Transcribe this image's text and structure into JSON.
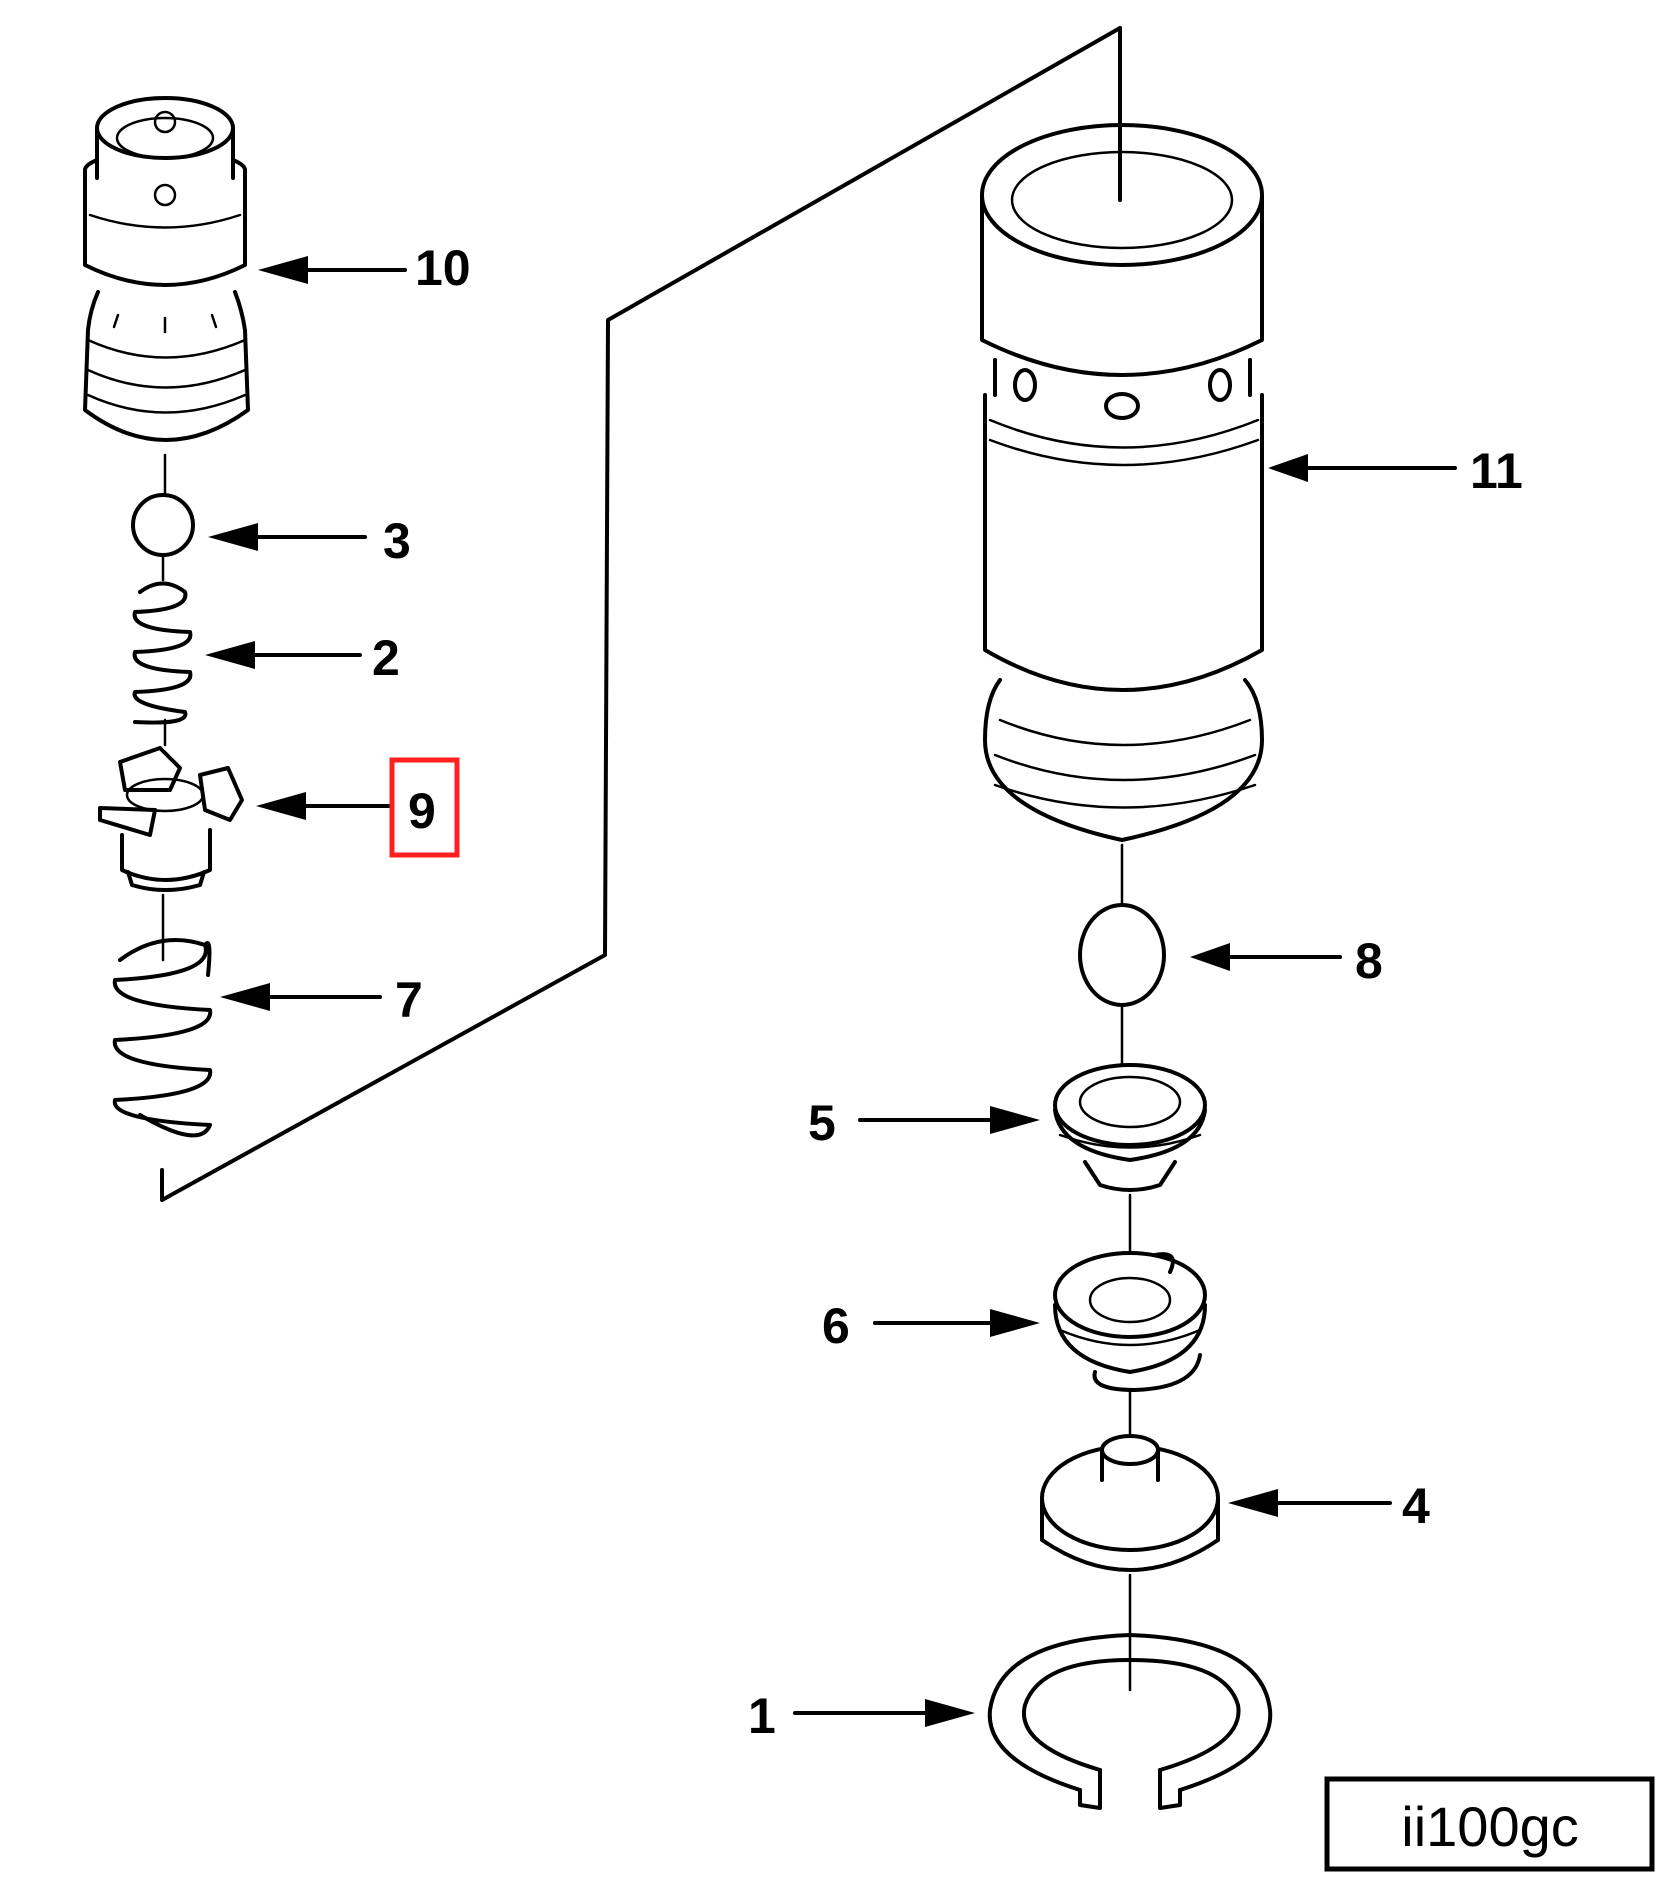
{
  "diagram": {
    "type": "exploded-parts-view",
    "figure_code": "ii100gc",
    "highlight_color": "#ff1f1f",
    "highlighted_callout": "9",
    "callouts": [
      {
        "id": "10",
        "label": "10",
        "part": "upper valve housing"
      },
      {
        "id": "3",
        "label": "3",
        "part": "ball"
      },
      {
        "id": "2",
        "label": "2",
        "part": "small spring"
      },
      {
        "id": "9",
        "label": "9",
        "part": "ball guide / cage"
      },
      {
        "id": "7",
        "label": "7",
        "part": "large spring"
      },
      {
        "id": "11",
        "label": "11",
        "part": "cylinder sleeve"
      },
      {
        "id": "8",
        "label": "8",
        "part": "o-ring"
      },
      {
        "id": "5",
        "label": "5",
        "part": "valve seat"
      },
      {
        "id": "6",
        "label": "6",
        "part": "seal"
      },
      {
        "id": "4",
        "label": "4",
        "part": "plug"
      },
      {
        "id": "1",
        "label": "1",
        "part": "retaining ring"
      }
    ]
  }
}
